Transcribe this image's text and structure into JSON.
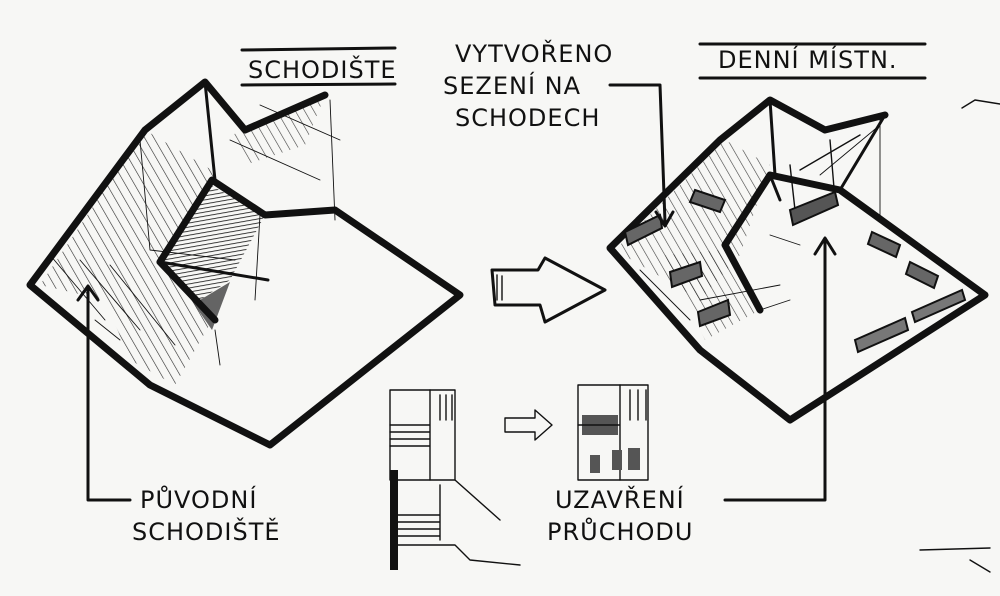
{
  "labels": {
    "stair_title": "SCHODIŠTE",
    "seating_line1": "VYTVOŘENO",
    "seating_line2": "SEZENÍ NA",
    "seating_line3": "SCHODECH",
    "lounge_title": "DENNÍ MÍSTN.",
    "original_line1": "PŮVODNÍ",
    "original_line2": "SCHODIŠTĚ",
    "closing_line1": "UZAVŘENÍ",
    "closing_line2": "PRŮCHODU"
  },
  "colors": {
    "ink": "#111111",
    "paper": "#f7f7f5",
    "shade": "#6d6d6d"
  }
}
